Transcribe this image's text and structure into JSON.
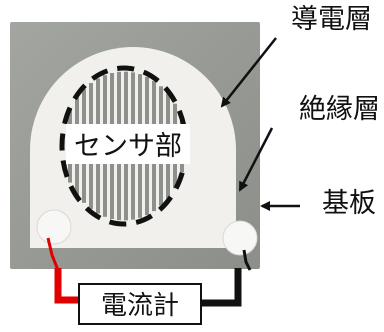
{
  "labels": {
    "conductive_layer": "導電層",
    "insulating_layer": "絶縁層",
    "substrate": "基板",
    "sensor_area": "センサ部",
    "ammeter": "電流計"
  },
  "colors": {
    "background": "#ffffff",
    "substrate_gray": "#9b9e98",
    "insulating_white": "#f1f0ec",
    "electrode_white": "#f7f7f5",
    "slit_dark": "#8e918b",
    "dashed_circle": "#111111",
    "wire_red": "#e00000",
    "wire_black": "#111111",
    "text": "#111111"
  },
  "icons": {
    "leader_arrow": "arrow-icon"
  }
}
